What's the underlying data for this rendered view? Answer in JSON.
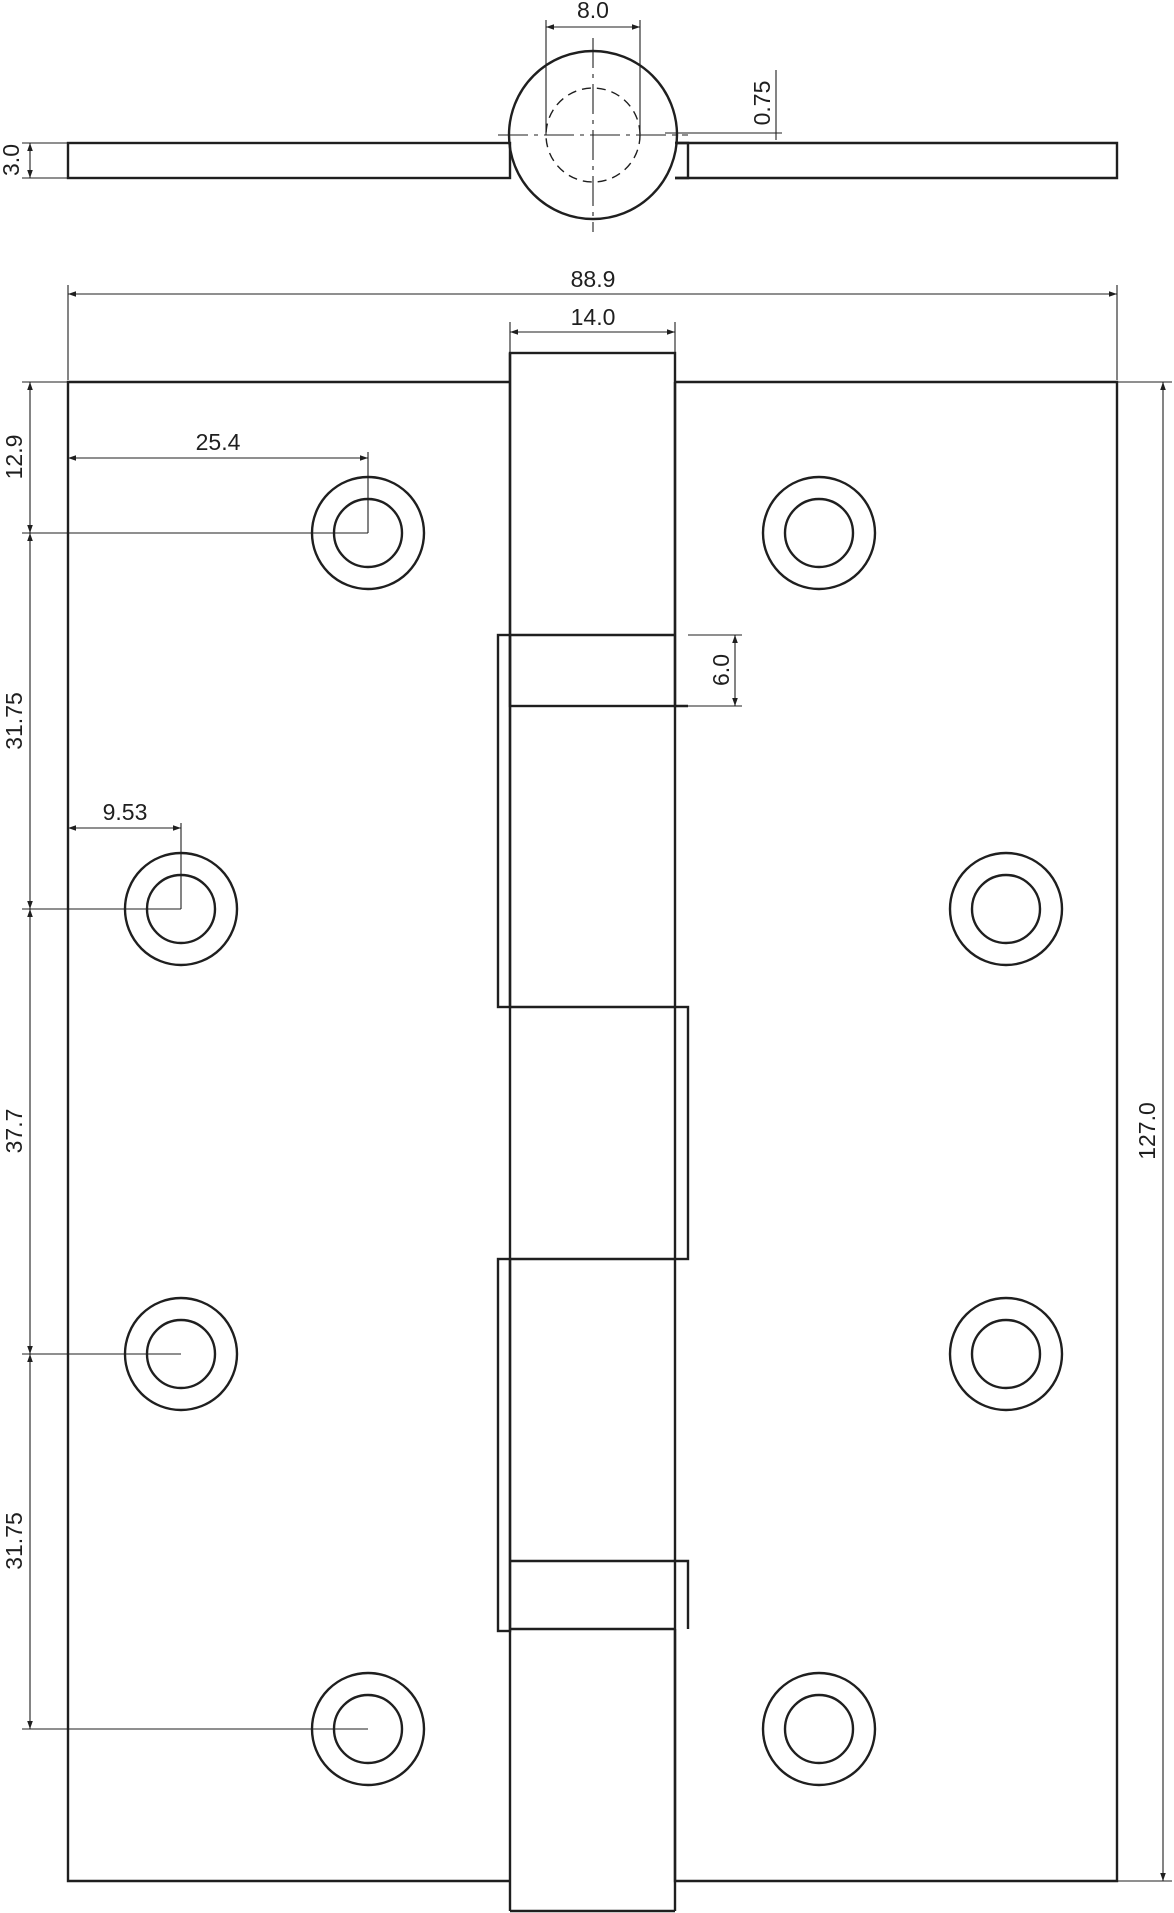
{
  "drawing": {
    "subject": "butt hinge",
    "views": [
      "top-view",
      "front-view"
    ],
    "stroke_color": "#1f1f1f",
    "background_color": "#ffffff"
  },
  "dimensions": {
    "pin_diameter": "8.0",
    "leaf_clearance": "0.75",
    "leaf_thickness": "3.0",
    "overall_width": "88.9",
    "knuckle_width": "14.0",
    "hole_offset_top": "12.9",
    "hole_x_outer": "25.4",
    "knuckle_gap": "6.0",
    "hole_spacing_1": "31.75",
    "hole_x_inner": "9.53",
    "hole_spacing_2": "37.7",
    "hole_spacing_3": "31.75",
    "overall_height": "127.0"
  }
}
